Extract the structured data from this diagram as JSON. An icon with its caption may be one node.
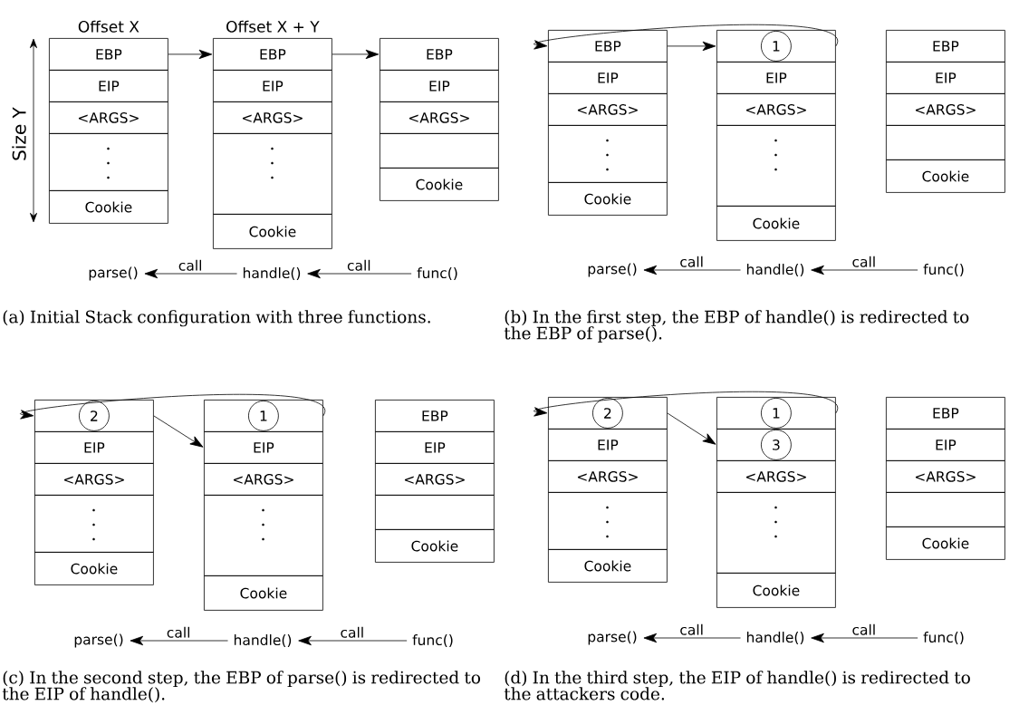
{
  "diagram": {
    "nodes": [
      {
        "text": [
          "EBP"
        ],
        "beside": [
          "Offset X"
        ]
      },
      {
        "text": [
          "EIP"
        ]
      },
      {
        "text": [
          "<ARGS>"
        ]
      },
      {
        "text": [],
        "shape": "box"
      },
      {
        "text": [
          "Cookie"
        ]
      },
      {
        "text": [
          "EBP"
        ],
        "beside": [
          "Offset X + Y"
        ]
      },
      {
        "text": [
          "EIP"
        ]
      },
      {
        "text": [
          "<ARGS>"
        ]
      },
      {
        "text": [],
        "shape": "box"
      },
      {
        "text": [
          "Cookie"
        ]
      },
      {
        "text": [
          "EBP"
        ]
      },
      {
        "text": [
          "EIP"
        ]
      },
      {
        "text": [
          "<ARGS>"
        ]
      },
      {
        "text": [],
        "shape": "box"
      },
      {
        "text": [
          "Cookie"
        ]
      },
      {
        "text": [
          "parse()"
        ]
      },
      {
        "text": [
          "handle()"
        ]
      },
      {
        "text": [
          "func()"
        ]
      },
      {
        "text": [
          "EBP"
        ]
      },
      {
        "text": [
          "EIP"
        ]
      },
      {
        "text": [
          "<ARGS>"
        ]
      },
      {
        "text": [],
        "shape": "box"
      },
      {
        "text": [
          "Cookie"
        ]
      },
      {
        "text": [],
        "shape": "box"
      },
      {
        "text": [
          "1"
        ],
        "in": 23
      },
      {
        "text": [
          "EIP"
        ]
      },
      {
        "text": [
          "<ARGS>"
        ]
      },
      {
        "text": [],
        "shape": "box"
      },
      {
        "text": [
          "Cookie"
        ]
      },
      {
        "text": [
          "EBP"
        ]
      },
      {
        "text": [
          "EIP"
        ]
      },
      {
        "text": [
          "<ARGS>"
        ]
      },
      {
        "text": [],
        "shape": "box"
      },
      {
        "text": [
          "Cookie"
        ]
      },
      {
        "text": [
          "parse()"
        ]
      },
      {
        "text": [
          "handle()"
        ]
      },
      {
        "text": [
          "func()"
        ]
      },
      {
        "text": [],
        "shape": "box"
      },
      {
        "text": [
          "2"
        ],
        "in": 37
      },
      {
        "text": [
          "EIP"
        ]
      },
      {
        "text": [
          "<ARGS>"
        ]
      },
      {
        "text": [],
        "shape": "box"
      },
      {
        "text": [
          "Cookie"
        ]
      },
      {
        "text": [],
        "shape": "box"
      },
      {
        "text": [
          "1"
        ],
        "in": 43
      },
      {
        "text": [
          "EIP"
        ]
      },
      {
        "text": [
          "<ARGS>"
        ]
      },
      {
        "text": [],
        "shape": "box"
      },
      {
        "text": [
          "Cookie"
        ]
      },
      {
        "text": [
          "EBP"
        ]
      },
      {
        "text": [
          "EIP"
        ]
      },
      {
        "text": [
          "<ARGS>"
        ]
      },
      {
        "text": [],
        "shape": "box"
      },
      {
        "text": [
          "Cookie"
        ]
      },
      {
        "text": [
          "parse()"
        ]
      },
      {
        "text": [
          "handle()"
        ]
      },
      {
        "text": [
          "func()"
        ]
      },
      {
        "text": [],
        "shape": "box"
      },
      {
        "text": [
          "2"
        ],
        "in": 57
      },
      {
        "text": [
          "EIP"
        ]
      },
      {
        "text": [
          "<ARGS>"
        ]
      },
      {
        "text": [],
        "shape": "box"
      },
      {
        "text": [
          "Cookie"
        ]
      },
      {
        "text": [],
        "shape": "box"
      },
      {
        "text": [
          "1"
        ],
        "in": 63
      },
      {
        "text": [],
        "shape": "box"
      },
      {
        "text": [
          "3"
        ],
        "in": 65
      },
      {
        "text": [
          "<ARGS>"
        ]
      },
      {
        "text": [],
        "shape": "box"
      },
      {
        "text": [
          "Cookie"
        ]
      },
      {
        "text": [
          "EBP"
        ]
      },
      {
        "text": [
          "EIP"
        ]
      },
      {
        "text": [
          "<ARGS>"
        ]
      },
      {
        "text": [],
        "shape": "box"
      },
      {
        "text": [
          "Cookie"
        ]
      },
      {
        "text": [
          "parse()"
        ]
      },
      {
        "text": [
          "handle()"
        ]
      },
      {
        "text": [
          "func()"
        ]
      }
    ],
    "edges": [
      {
        "from": 0,
        "to": 5,
        "arrow": "to"
      },
      {
        "from": 5,
        "to": 10,
        "arrow": "to"
      },
      {
        "from": 16,
        "to": 15,
        "arrow": "to",
        "label": "call"
      },
      {
        "from": 17,
        "to": 16,
        "arrow": "to",
        "label": "call"
      },
      {
        "from": 18,
        "to": 23,
        "arrow": "to"
      },
      {
        "from": 23,
        "to": 18,
        "arrow": "to"
      },
      {
        "from": 35,
        "to": 34,
        "arrow": "to",
        "label": "call"
      },
      {
        "from": 36,
        "to": 35,
        "arrow": "to",
        "label": "call"
      },
      {
        "from": 43,
        "to": 37,
        "arrow": "to"
      },
      {
        "from": 37,
        "to": 45,
        "arrow": "to"
      },
      {
        "from": 55,
        "to": 54,
        "arrow": "to",
        "label": "call"
      },
      {
        "from": 56,
        "to": 55,
        "arrow": "to",
        "label": "call"
      },
      {
        "from": 63,
        "to": 57,
        "arrow": "to"
      },
      {
        "from": 57,
        "to": 65,
        "arrow": "to"
      },
      {
        "from": 76,
        "to": 75,
        "arrow": "to",
        "label": "call"
      },
      {
        "from": 77,
        "to": 76,
        "arrow": "to",
        "label": "call"
      }
    ],
    "labels": [
      "Size Y",
      "(a) Initial Stack configuration with three functions.",
      "(b) In the first step, the EBP of handle() is redirected to the EBP of parse().",
      "(c) In the second step, the EBP of parse() is redirected to the EIP of handle().",
      "(d) In the third step, the EIP of handle() is redirected to the attackers code."
    ]
  }
}
